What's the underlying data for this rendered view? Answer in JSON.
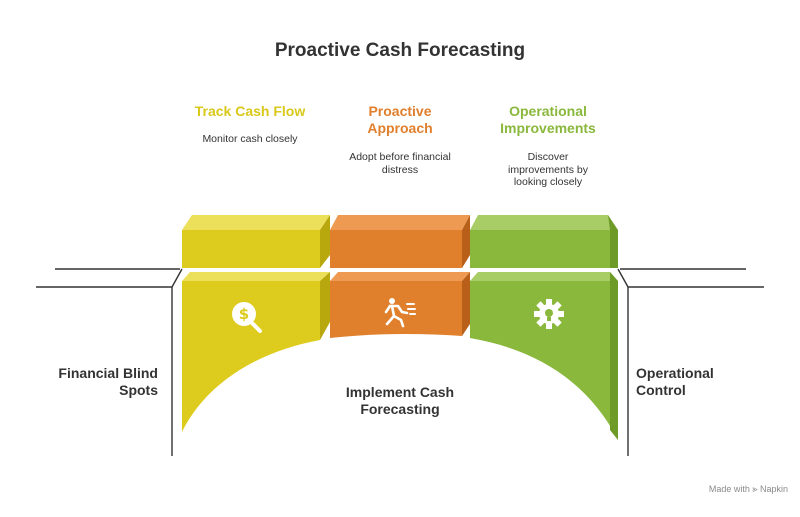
{
  "title": "Proactive Cash Forecasting",
  "columns": [
    {
      "title_line1": "Track Cash Flow",
      "title_line2": "",
      "desc_line1": "Monitor cash closely",
      "desc_line2": "",
      "desc_line3": "",
      "color": "#d9c81a",
      "icon": "dollar-magnifier-icon"
    },
    {
      "title_line1": "Proactive",
      "title_line2": "Approach",
      "desc_line1": "Adopt before financial",
      "desc_line2": "distress",
      "desc_line3": "",
      "color": "#e07f2c",
      "icon": "running-person-icon"
    },
    {
      "title_line1": "Operational",
      "title_line2": "Improvements",
      "desc_line1": "Discover",
      "desc_line2": "improvements by",
      "desc_line3": "looking closely",
      "color": "#8ab83c",
      "icon": "gear-bulb-icon"
    }
  ],
  "left_label": {
    "line1": "Financial Blind",
    "line2": "Spots"
  },
  "right_label": {
    "line1": "Operational",
    "line2": "Control"
  },
  "center_label": {
    "line1": "Implement Cash",
    "line2": "Forecasting"
  },
  "watermark": "Made with ⪢ Napkin"
}
